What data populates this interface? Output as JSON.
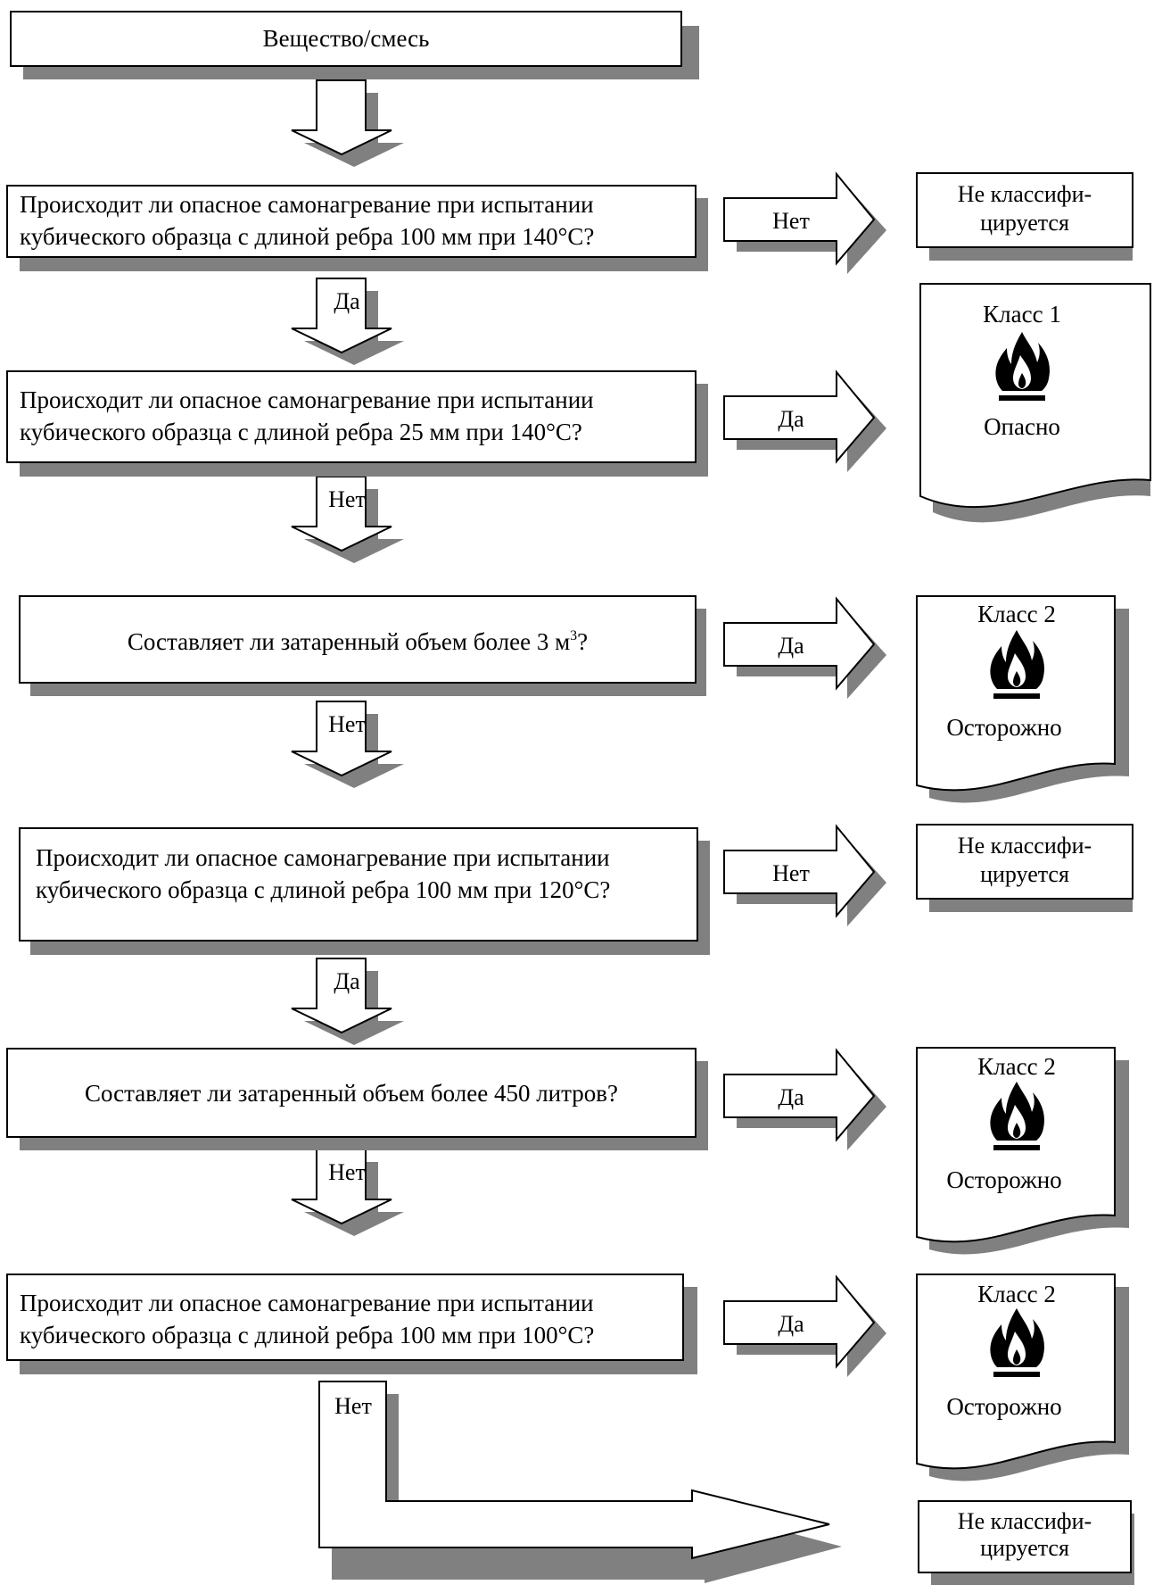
{
  "start": {
    "label": "Вещество/смесь"
  },
  "questions": [
    {
      "lines": [
        "Происходит ли опасное самонагревание при испытании",
        "кубического образца с длиной ребра 100 мм при 140°C?"
      ]
    },
    {
      "lines": [
        "Происходит ли опасное самонагревание при испытании",
        "кубического образца с длиной ребра 25 мм при 140°C?"
      ]
    },
    {
      "line_prefix": "Составляет ли затаренный объем более 3 м",
      "superscript": "3",
      "line_suffix": "?"
    },
    {
      "lines": [
        "Происходит ли опасное самонагревание при испытании",
        "кубического образца с длиной ребра 100 мм при 120°C?"
      ]
    },
    {
      "lines": [
        "Составляет ли затаренный объем более 450 литров?"
      ]
    },
    {
      "lines": [
        "Происходит ли опасное самонагревание при испытании",
        "кубического образца с длиной ребра 100 мм при 100°C?"
      ]
    }
  ],
  "down_labels": [
    "Да",
    "Нет",
    "Нет",
    "Да",
    "Нет",
    "Нет"
  ],
  "side_labels": [
    "Нет",
    "Да",
    "Да",
    "Нет",
    "Да",
    "Да"
  ],
  "results": {
    "not_classified_1": [
      "Не классифи-",
      "цируется"
    ],
    "class1": {
      "title": "Класс 1",
      "signal": "Опасно",
      "icon": "flame-icon"
    },
    "class2_a": {
      "title": "Класс 2",
      "signal": "Осторожно",
      "icon": "flame-icon"
    },
    "not_classified_2": [
      "Не классифи-",
      "цируется"
    ],
    "class2_b": {
      "title": "Класс 2",
      "signal": "Осторожно",
      "icon": "flame-icon"
    },
    "class2_c": {
      "title": "Класс 2",
      "signal": "Осторожно",
      "icon": "flame-icon"
    },
    "not_classified_3": [
      "Не классифи-",
      "цируется"
    ]
  },
  "colors": {
    "shadow": "#808080",
    "line": "#000000",
    "fill": "#ffffff"
  }
}
